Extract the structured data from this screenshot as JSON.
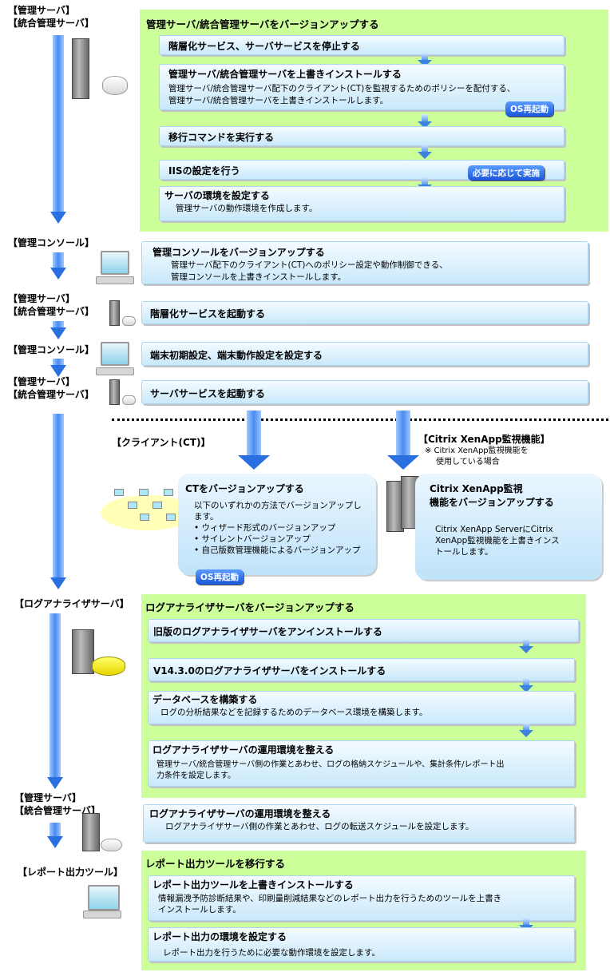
{
  "sec1": {
    "label1": "【管理サーバ】",
    "label2": "【統合管理サーバ】",
    "title": "管理サーバ/統合管理サーバをバージョンアップする",
    "step1": "階層化サービス、サーバサービスを停止する",
    "step2_title": "管理サーバ/統合管理サーバを上書きインストールする",
    "step2_body1": "管理サーバ/統合管理サーバ配下のクライアント(CT)を監視するためのポリシーを配付する、",
    "step2_body2": "管理サーバ/統合管理サーバを上書きインストールします。",
    "step2_badge": "OS再起動",
    "step3": "移行コマンドを実行する",
    "step4": "IISの設定を行う",
    "step4_badge": "必要に応じて実施",
    "step5_title": "サーバの環境を設定する",
    "step5_body": "管理サーバの動作環境を作成します。"
  },
  "sec2": {
    "label": "【管理コンソール】",
    "title": "管理コンソールをバージョンアップする",
    "body1": "管理サーバ配下のクライアント(CT)へのポリシー設定や動作制御できる、",
    "body2": "管理コンソールを上書きインストールします。"
  },
  "sec3": {
    "label1": "【管理サーバ】",
    "label2": "【統合管理サーバ】",
    "title": "階層化サービスを起動する"
  },
  "sec4": {
    "label": "【管理コンソール】",
    "title": "端末初期設定、端末動作設定を設定する"
  },
  "sec5": {
    "label1": "【管理サーバ】",
    "label2": "【統合管理サーバ】",
    "title": "サーバサービスを起動する"
  },
  "ct": {
    "label": "【クライアント(CT)】",
    "title": "CTをバージョンアップする",
    "body1": "以下のいずれかの方法でバージョンアップし",
    "body2": "ます。",
    "items": [
      "ウィザード形式のバージョンアップ",
      "サイレントバージョンアップ",
      "自己版数管理機能によるバージョンアップ"
    ],
    "badge": "OS再起動"
  },
  "citrix": {
    "label": "【Citrix XenApp監視機能】",
    "note1": "※ Citrix XenApp監視機能を",
    "note2": "使用している場合",
    "title1": "Citrix XenApp監視",
    "title2": "機能をバージョンアップする",
    "body1": "Citrix XenApp ServerにCitrix",
    "body2": "XenApp監視機能を上書きインス",
    "body3": "トールします。"
  },
  "sec6": {
    "label": "【ログアナライザサーバ】",
    "title": "ログアナライザサーバをバージョンアップする",
    "step1": "旧版のログアナライザサーバをアンインストールする",
    "step2": "V14.3.0のログアナライザサーバをインストールする",
    "step3_title": "データベースを構築する",
    "step3_body": "ログの分析結果などを記録するためのデータベース環境を構築します。",
    "step4_title": "ログアナライザサーバの運用環境を整える",
    "step4_body1": "管理サーバ/統合管理サーバ側の作業とあわせ、ログの格納スケジュールや、集計条件/レポート出",
    "step4_body2": "力条件を設定します。"
  },
  "sec7": {
    "label1": "【管理サーバ】",
    "label2": "【統合管理サーバ】",
    "title": "ログアナライザサーバの運用環境を整える",
    "body": "ログアナライザサーバ側の作業とあわせ、ログの転送スケジュールを設定します。"
  },
  "sec8": {
    "label": "【レポート出力ツール】",
    "title": "レポート出力ツールを移行する",
    "step1_title": "レポート出力ツールを上書きインストールする",
    "step1_body1": "情報漏洩予防診断結果や、印刷量削減結果などのレポート出力を行うためのツールを上書き",
    "step1_body2": "インストールします。",
    "step2_title": "レポート出力の環境を設定する",
    "step2_body": "レポート出力を行うために必要な動作環境を設定します。"
  }
}
